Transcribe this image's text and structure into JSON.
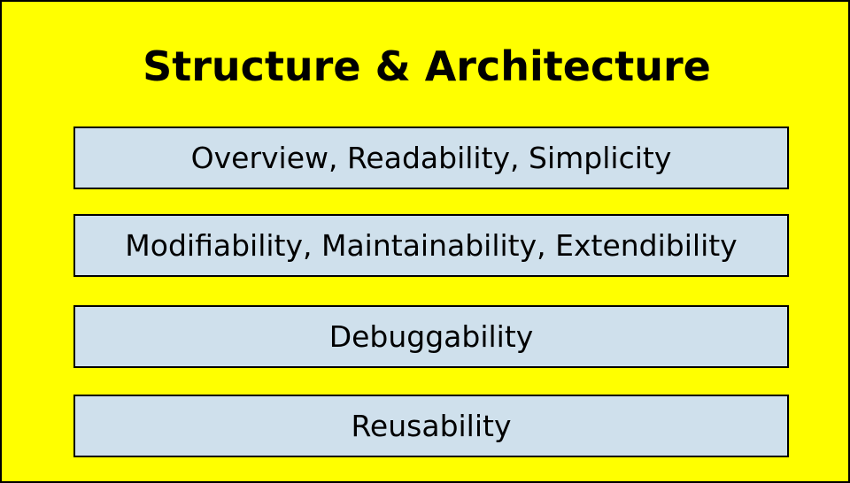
{
  "title": "Structure & Architecture",
  "items": [
    {
      "label": "Overview, Readability, Simplicity"
    },
    {
      "label": "Modifiability, Maintainability, Extendibility"
    },
    {
      "label": "Debuggability"
    },
    {
      "label": "Reusability"
    }
  ],
  "colors": {
    "background": "#ffff00",
    "box_fill": "#cfe0ec",
    "border": "#000000",
    "text": "#000000"
  }
}
